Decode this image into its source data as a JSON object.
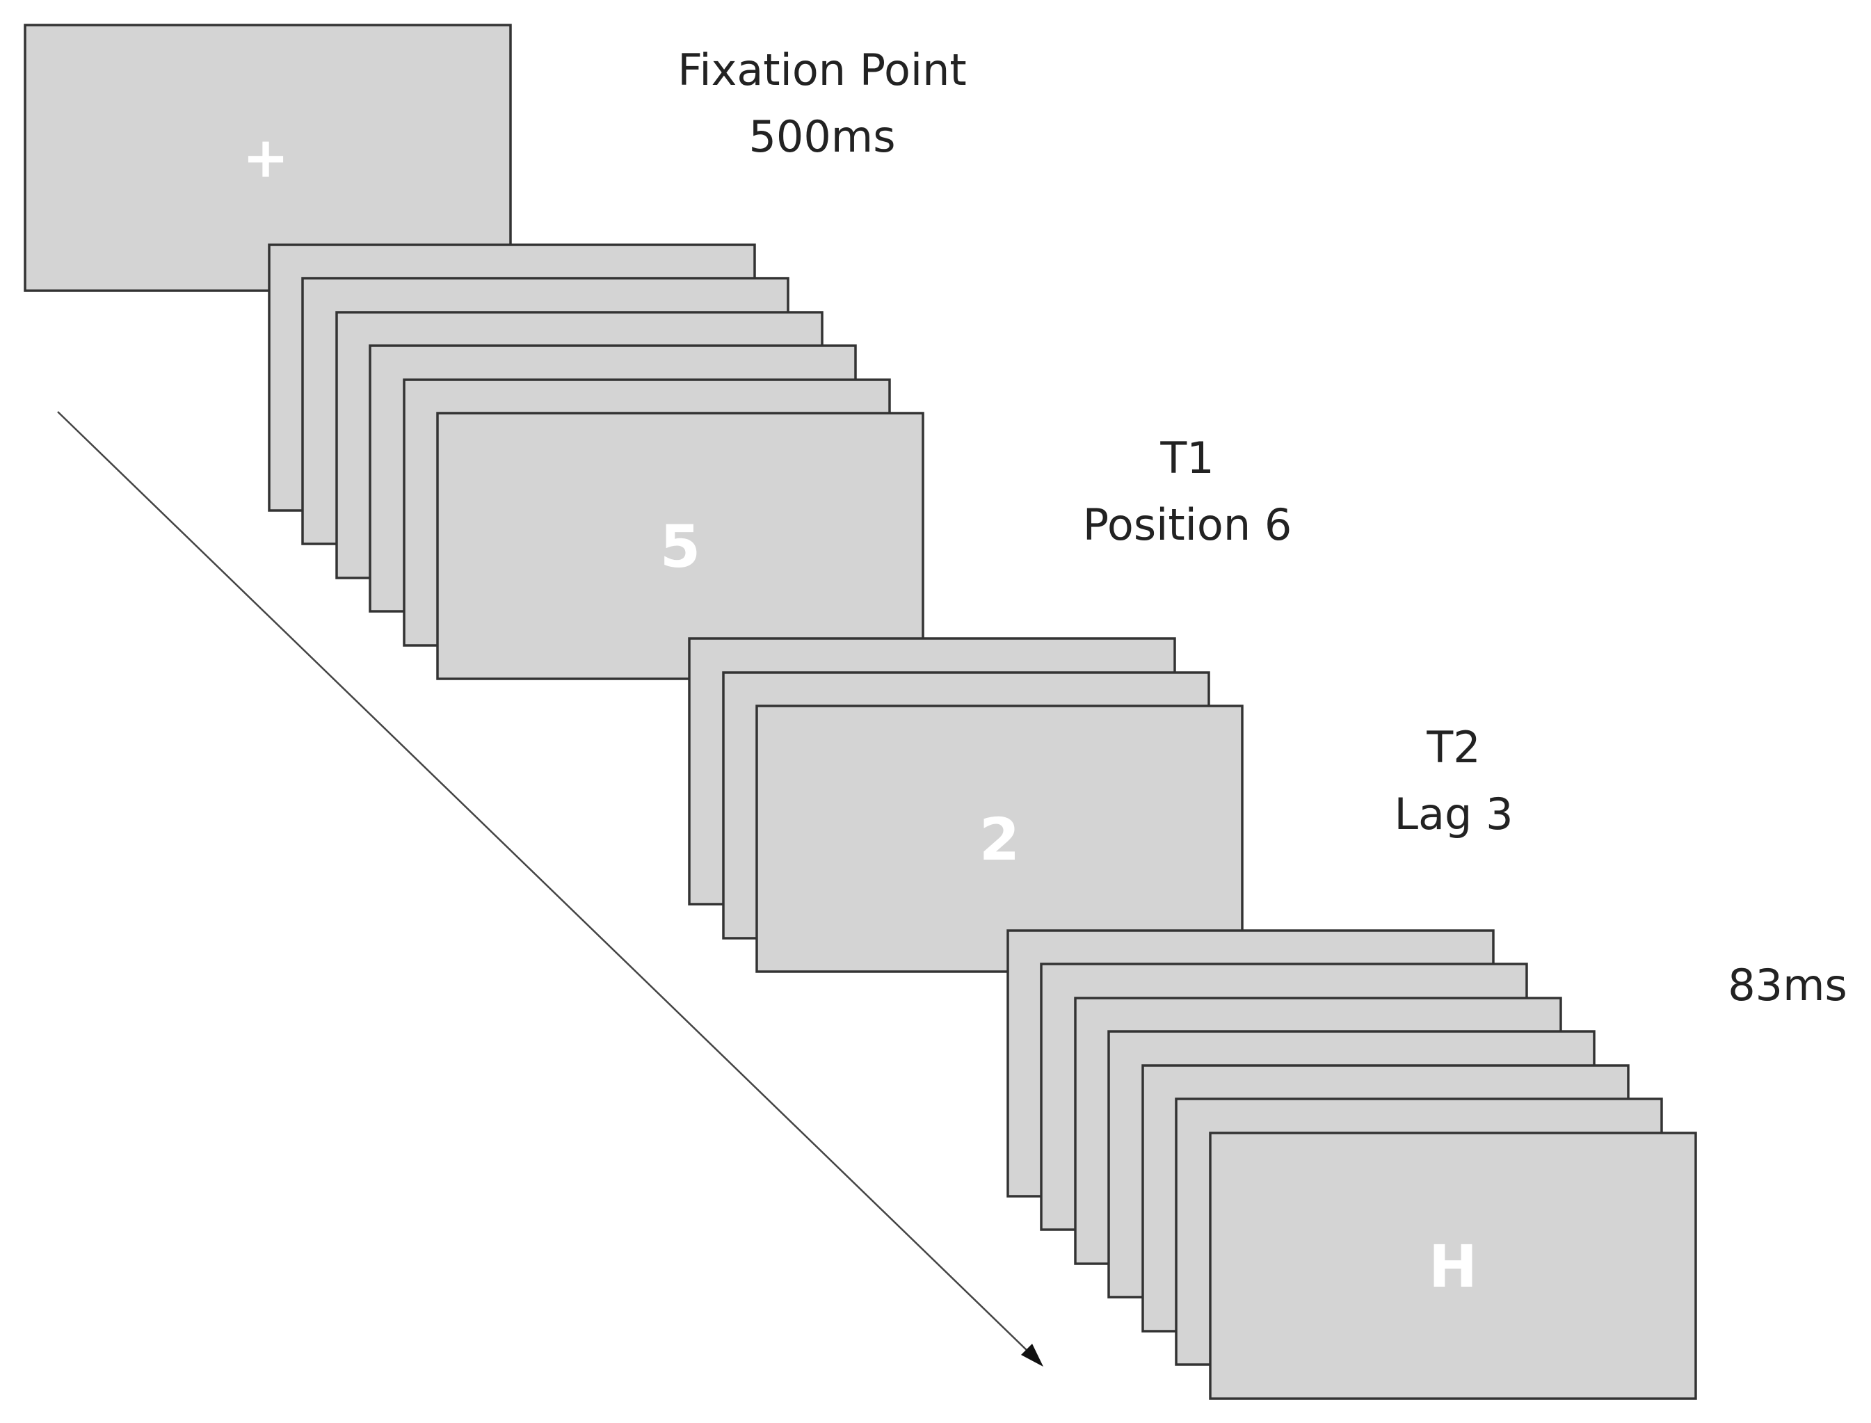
{
  "fixation": {
    "symbol": "+",
    "label_line1": "Fixation Point",
    "label_line2": "500ms"
  },
  "t1": {
    "symbol": "5",
    "label_line1": "T1",
    "label_line2": "Position 6"
  },
  "t2": {
    "symbol": "2",
    "label_line1": "T2",
    "label_line2": "Lag 3"
  },
  "final": {
    "symbol": "H",
    "label": "83ms"
  },
  "colors": {
    "frame_fill": "#d4d4d4",
    "frame_border": "#333333",
    "symbol": "#ffffff",
    "text": "#222222"
  }
}
